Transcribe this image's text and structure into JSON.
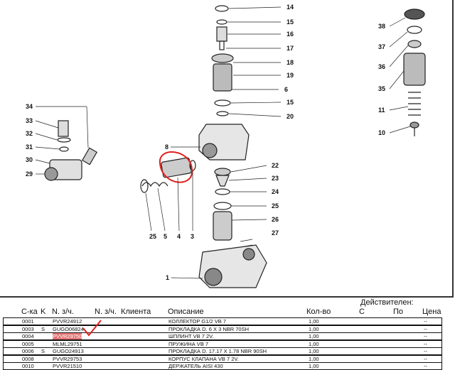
{
  "drawing": {
    "labels": [
      {
        "n": "14"
      },
      {
        "n": "15"
      },
      {
        "n": "16"
      },
      {
        "n": "17"
      },
      {
        "n": "18"
      },
      {
        "n": "19"
      },
      {
        "n": "6"
      },
      {
        "n": "15"
      },
      {
        "n": "20"
      },
      {
        "n": "8"
      },
      {
        "n": "22"
      },
      {
        "n": "23"
      },
      {
        "n": "24"
      },
      {
        "n": "25"
      },
      {
        "n": "26"
      },
      {
        "n": "27"
      },
      {
        "n": "1"
      },
      {
        "n": "25"
      },
      {
        "n": "5"
      },
      {
        "n": "4"
      },
      {
        "n": "3"
      },
      {
        "n": "34"
      },
      {
        "n": "33"
      },
      {
        "n": "32"
      },
      {
        "n": "31"
      },
      {
        "n": "30"
      },
      {
        "n": "29"
      },
      {
        "n": "38"
      },
      {
        "n": "37"
      },
      {
        "n": "36"
      },
      {
        "n": "35"
      },
      {
        "n": "11"
      },
      {
        "n": "10"
      }
    ],
    "annotation_color": "#e02020"
  },
  "table": {
    "headers": {
      "code": "С-ка",
      "k": "K",
      "part": "N. з/ч.",
      "client_part": "N. з/ч.  Клиента",
      "desc": "Описание",
      "qty": "Кол-во",
      "valid": "Действителен:",
      "from": "С",
      "to": "По",
      "price": "Цена"
    },
    "rows": [
      {
        "code": "0001",
        "k": "",
        "part": "PVVR24912",
        "desc": "КОЛЛЕКТОР G1/2 VB 7",
        "qty": "1,00",
        "price": "--"
      },
      {
        "code": "0003",
        "k": "S",
        "part": "GUGO06824",
        "desc": "ПРОКЛАДКА D.   6   X 3    NBR 70SH",
        "qty": "1,00",
        "price": "--"
      },
      {
        "code": "0004",
        "k": "",
        "part": "PVVR29750",
        "desc": "ШПЛИНТ VB 7 2V.",
        "qty": "1,00",
        "price": "--",
        "highlight": true
      },
      {
        "code": "0005",
        "k": "",
        "part": "MLML29751",
        "desc": "ПРУЖИНА VB 7",
        "qty": "1,00",
        "price": "--"
      },
      {
        "code": "0006",
        "k": "S",
        "part": "GUGO24913",
        "desc": "ПРОКЛАДКА D.  17.17 X 1.78 NBR 90SH",
        "qty": "1,00",
        "price": "--"
      },
      {
        "code": "0008",
        "k": "",
        "part": "PVVR29753",
        "desc": "КОРПУС КЛАПАНА VB 7 2V.",
        "qty": "1,00",
        "price": "--"
      },
      {
        "code": "0010",
        "k": "",
        "part": "PVVR21510",
        "desc": "ДЕРЖАТЕЛЬ AISI 430",
        "qty": "1,00",
        "price": "--"
      }
    ]
  }
}
